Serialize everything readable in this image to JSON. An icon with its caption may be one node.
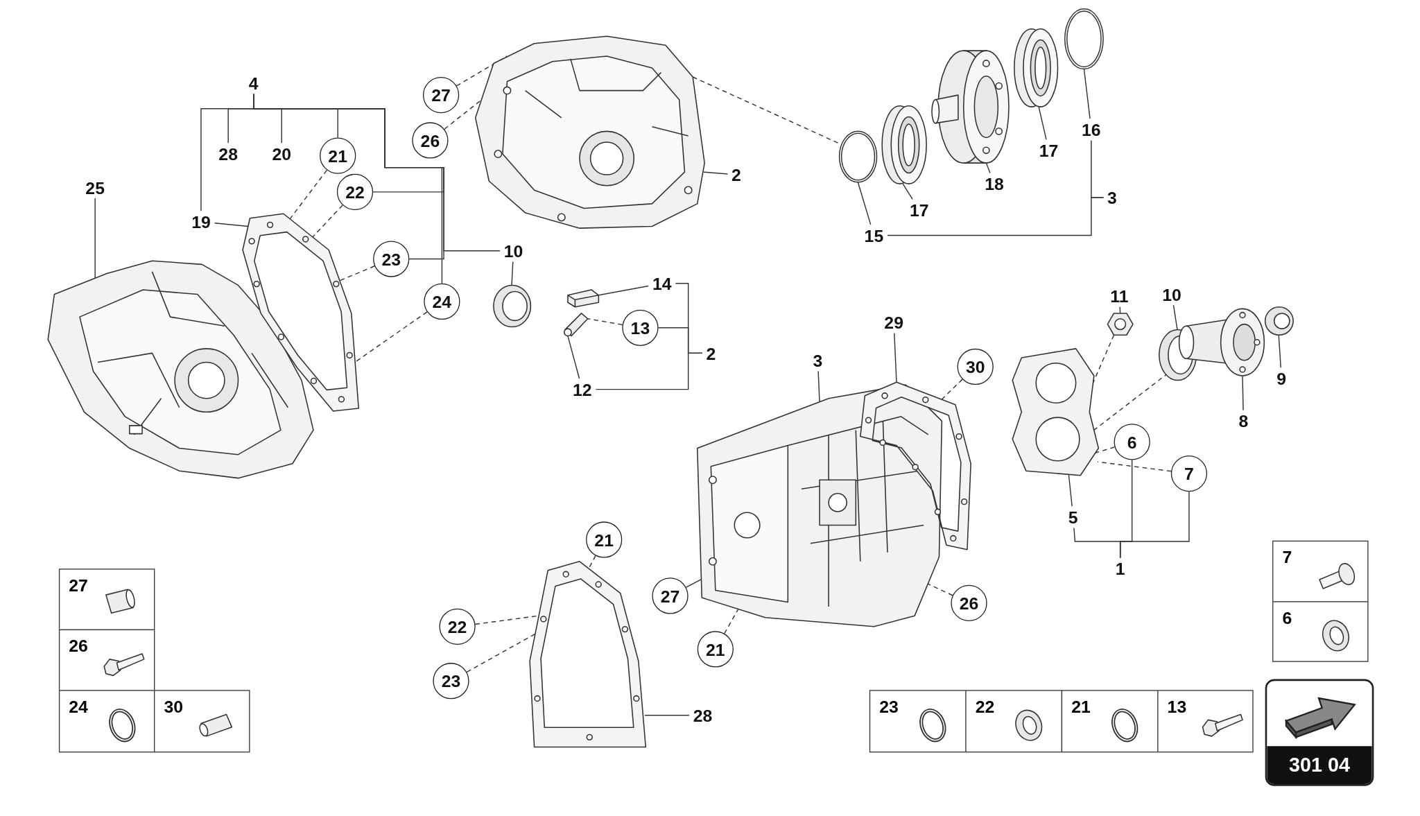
{
  "diagram": {
    "nodes": [
      {
        "text": [
          "4"
        ]
      },
      {
        "text": [
          "28"
        ]
      },
      {
        "text": [
          "20"
        ]
      },
      {
        "text": [
          "21"
        ]
      },
      {
        "text": [
          "19"
        ]
      },
      {
        "text": [
          "22"
        ]
      },
      {
        "text": [
          "23"
        ]
      },
      {
        "text": [
          "24"
        ]
      },
      {
        "text": [
          "10"
        ]
      },
      {
        "text": [
          "25"
        ]
      },
      {
        "text": [
          "27"
        ]
      },
      {
        "text": [
          "26"
        ]
      },
      {
        "text": [
          "2"
        ]
      },
      {
        "text": [
          "14"
        ]
      },
      {
        "text": [
          "13"
        ]
      },
      {
        "text": [
          "12"
        ]
      },
      {
        "text": [
          "2"
        ]
      },
      {
        "text": [
          "16"
        ]
      },
      {
        "text": [
          "17"
        ]
      },
      {
        "text": [
          "18"
        ]
      },
      {
        "text": [
          "17"
        ]
      },
      {
        "text": [
          "15"
        ]
      },
      {
        "text": [
          "3"
        ]
      },
      {
        "text": [
          "11"
        ]
      },
      {
        "text": [
          "10"
        ]
      },
      {
        "text": [
          "9"
        ]
      },
      {
        "text": [
          "8"
        ]
      },
      {
        "text": [
          "29"
        ]
      },
      {
        "text": [
          "3"
        ]
      },
      {
        "text": [
          "30"
        ]
      },
      {
        "text": [
          "5"
        ]
      },
      {
        "text": [
          "6"
        ]
      },
      {
        "text": [
          "7"
        ]
      },
      {
        "text": [
          "1"
        ]
      },
      {
        "text": [
          "21"
        ]
      },
      {
        "text": [
          "22"
        ]
      },
      {
        "text": [
          "23"
        ]
      },
      {
        "text": [
          "28"
        ]
      },
      {
        "text": [
          "27"
        ]
      },
      {
        "text": [
          "21"
        ]
      },
      {
        "text": [
          "26"
        ]
      },
      {
        "text": [],
        "shape": "picture"
      },
      {
        "text": [],
        "shape": "picture"
      },
      {
        "text": [],
        "shape": "picture"
      },
      {
        "text": [],
        "shape": "picture"
      },
      {
        "text": [],
        "shape": "picture"
      },
      {
        "text": [],
        "shape": "picture"
      },
      {
        "text": [],
        "shape": "circle"
      },
      {
        "text": [],
        "shape": "picture"
      },
      {
        "text": [],
        "shape": "picture"
      },
      {
        "text": [],
        "shape": "picture"
      },
      {
        "text": [],
        "shape": "circle"
      },
      {
        "text": [],
        "shape": "picture"
      },
      {
        "text": [],
        "shape": "picture"
      },
      {
        "text": [],
        "shape": "picture"
      },
      {
        "text": [],
        "shape": "picture"
      },
      {
        "text": [],
        "shape": "picture"
      },
      {
        "text": [],
        "shape": "picture"
      },
      {
        "text": [],
        "shape": "picture"
      },
      {
        "text": [],
        "shape": "picture"
      }
    ],
    "edges": [
      {
        "from": 0,
        "to": 1,
        "arrow": "none"
      },
      {
        "from": 0,
        "to": 2,
        "arrow": "none"
      },
      {
        "from": 0,
        "to": 3,
        "arrow": "none"
      },
      {
        "from": 0,
        "to": 4,
        "arrow": "none"
      },
      {
        "from": 0,
        "to": 5,
        "arrow": "none"
      },
      {
        "from": 0,
        "to": 6,
        "arrow": "none"
      },
      {
        "from": 0,
        "to": 7,
        "arrow": "none"
      },
      {
        "from": 0,
        "to": 8,
        "arrow": "none"
      },
      {
        "from": 9,
        "to": 41,
        "arrow": "none"
      },
      {
        "from": 4,
        "to": 42,
        "arrow": "none"
      },
      {
        "from": 3,
        "to": 42,
        "arrow": "none",
        "style": "dashed"
      },
      {
        "from": 5,
        "to": 42,
        "arrow": "none",
        "style": "dashed"
      },
      {
        "from": 6,
        "to": 42,
        "arrow": "none",
        "style": "dashed"
      },
      {
        "from": 7,
        "to": 42,
        "arrow": "none",
        "style": "dashed"
      },
      {
        "from": 8,
        "to": 44,
        "arrow": "none"
      },
      {
        "from": 10,
        "to": 43,
        "arrow": "none",
        "style": "dashed"
      },
      {
        "from": 11,
        "to": 43,
        "arrow": "none",
        "style": "dashed"
      },
      {
        "from": 12,
        "to": 43,
        "arrow": "none"
      },
      {
        "from": 13,
        "to": 45,
        "arrow": "none"
      },
      {
        "from": 15,
        "to": 46,
        "arrow": "none"
      },
      {
        "from": 14,
        "to": 46,
        "arrow": "none",
        "style": "dashed"
      },
      {
        "from": 16,
        "to": 13,
        "arrow": "none"
      },
      {
        "from": 16,
        "to": 14,
        "arrow": "none"
      },
      {
        "from": 16,
        "to": 15,
        "arrow": "none"
      },
      {
        "from": 43,
        "to": 47,
        "arrow": "none",
        "style": "dashed"
      },
      {
        "from": 21,
        "to": 47,
        "arrow": "none"
      },
      {
        "from": 20,
        "to": 48,
        "arrow": "none"
      },
      {
        "from": 19,
        "to": 49,
        "arrow": "none"
      },
      {
        "from": 18,
        "to": 50,
        "arrow": "none"
      },
      {
        "from": 17,
        "to": 51,
        "arrow": "none"
      },
      {
        "from": 22,
        "to": 17,
        "arrow": "none"
      },
      {
        "from": 22,
        "to": 21,
        "arrow": "none"
      },
      {
        "from": 23,
        "to": 52,
        "arrow": "none"
      },
      {
        "from": 24,
        "to": 53,
        "arrow": "none"
      },
      {
        "from": 26,
        "to": 54,
        "arrow": "none"
      },
      {
        "from": 25,
        "to": 55,
        "arrow": "none"
      },
      {
        "from": 52,
        "to": 58,
        "arrow": "none",
        "style": "dashed"
      },
      {
        "from": 53,
        "to": 58,
        "arrow": "none",
        "style": "dashed"
      },
      {
        "from": 27,
        "to": 57,
        "arrow": "none"
      },
      {
        "from": 28,
        "to": 56,
        "arrow": "none"
      },
      {
        "from": 29,
        "to": 57,
        "arrow": "none",
        "style": "dashed"
      },
      {
        "from": 30,
        "to": 58,
        "arrow": "none"
      },
      {
        "from": 31,
        "to": 58,
        "arrow": "none",
        "style": "dashed"
      },
      {
        "from": 32,
        "to": 58,
        "arrow": "none",
        "style": "dashed"
      },
      {
        "from": 33,
        "to": 30,
        "arrow": "none"
      },
      {
        "from": 33,
        "to": 31,
        "arrow": "none"
      },
      {
        "from": 33,
        "to": 32,
        "arrow": "none"
      },
      {
        "from": 34,
        "to": 59,
        "arrow": "none",
        "style": "dashed"
      },
      {
        "from": 35,
        "to": 59,
        "arrow": "none",
        "style": "dashed"
      },
      {
        "from": 36,
        "to": 59,
        "arrow": "none",
        "style": "dashed"
      },
      {
        "from": 37,
        "to": 59,
        "arrow": "none"
      },
      {
        "from": 38,
        "to": 56,
        "arrow": "none"
      },
      {
        "from": 39,
        "to": 56,
        "arrow": "none",
        "style": "dashed"
      },
      {
        "from": 40,
        "to": 56,
        "arrow": "none",
        "style": "dashed"
      }
    ],
    "labels": [
      "27",
      "26",
      "24",
      "30",
      "7",
      "6",
      "23",
      "22",
      "21",
      "13",
      "301 04"
    ]
  }
}
